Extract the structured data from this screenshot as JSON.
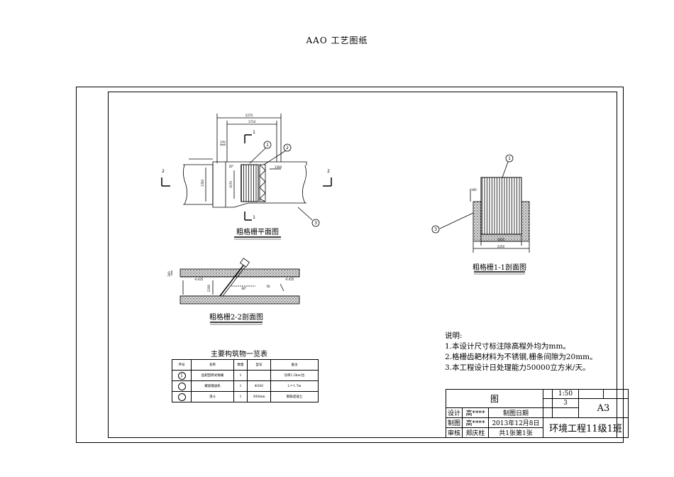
{
  "page": {
    "title": "AAO 工艺图纸"
  },
  "plan_view": {
    "caption": "粗格栅平面图",
    "dim_top_outer": "2274",
    "dim_top_inner": "1714",
    "dim_left_small": "370",
    "dim_channel_height": "1350",
    "dim_grille_height": "1070",
    "dim_right_small": "1300",
    "angle_label": "20°",
    "section_mark_top": "1",
    "section_mark_bottom": "1",
    "section_mark_left": "2",
    "section_mark_right": "2",
    "callouts": [
      "1",
      "2",
      "3"
    ]
  },
  "section_22": {
    "caption": "粗格栅2-2剖面图",
    "level_left": "-0.425",
    "level_right": "-0.455",
    "dim_height_left": "300",
    "dim_height_mid": "2200",
    "dim_right": "50",
    "angle": "60°"
  },
  "section_11": {
    "caption": "粗格栅1-1剖面图",
    "dim_left_top": "300",
    "dim_inner": "1650",
    "dim_outer": "2250",
    "callouts": [
      "1",
      "3"
    ]
  },
  "notes": {
    "heading": "说明:",
    "lines": [
      "1.本设计尺寸标注除高程外均为mm。",
      "2.格栅齿耙材料为不锈钢,栅条间隙为20mm。",
      "3.本工程设计日处理能力50000立方米/天。"
    ]
  },
  "schedule": {
    "title": "主要构筑物一览表",
    "headers": [
      "序号",
      "名称",
      "数量",
      "型号",
      "备注"
    ],
    "rows": [
      {
        "no": "1",
        "name": "齿耙回转式格栅",
        "qty": "1",
        "model": "",
        "remark": "功率1.5kw/台"
      },
      {
        "no": "",
        "name": "螺旋输送机",
        "qty": "1",
        "model": "Φ500",
        "remark": "L＝1.7m"
      },
      {
        "no": "",
        "name": "渣斗",
        "qty": "1",
        "model": "300mm",
        "remark": "钢筋混凝土"
      }
    ]
  },
  "title_block": {
    "drawing_label": "图",
    "scale": "1:50",
    "sheet_no": "3",
    "sheet_size": "A3",
    "design_label": "设计",
    "design_name": "高****",
    "draw_date_label": "制图日期",
    "drafter_label": "制图",
    "drafter_name": "高****",
    "date": "2013年12月8日",
    "reviewer_label": "审核",
    "reviewer_name": "郑庆柱",
    "sheet_count": "共1张第1张",
    "organization": "环境工程11级1班"
  }
}
